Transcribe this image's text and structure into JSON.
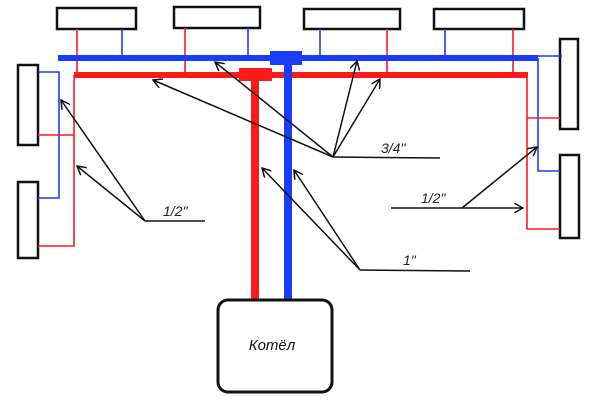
{
  "colors": {
    "supply": "#ff1a1a",
    "return": "#1a3cff",
    "outline": "#111111"
  },
  "labels": {
    "three_quarter": "3/4\"",
    "half_left": "1/2\"",
    "half_right": "1/2\"",
    "one_inch": "1\""
  },
  "boiler": {
    "label": "Котёл"
  }
}
